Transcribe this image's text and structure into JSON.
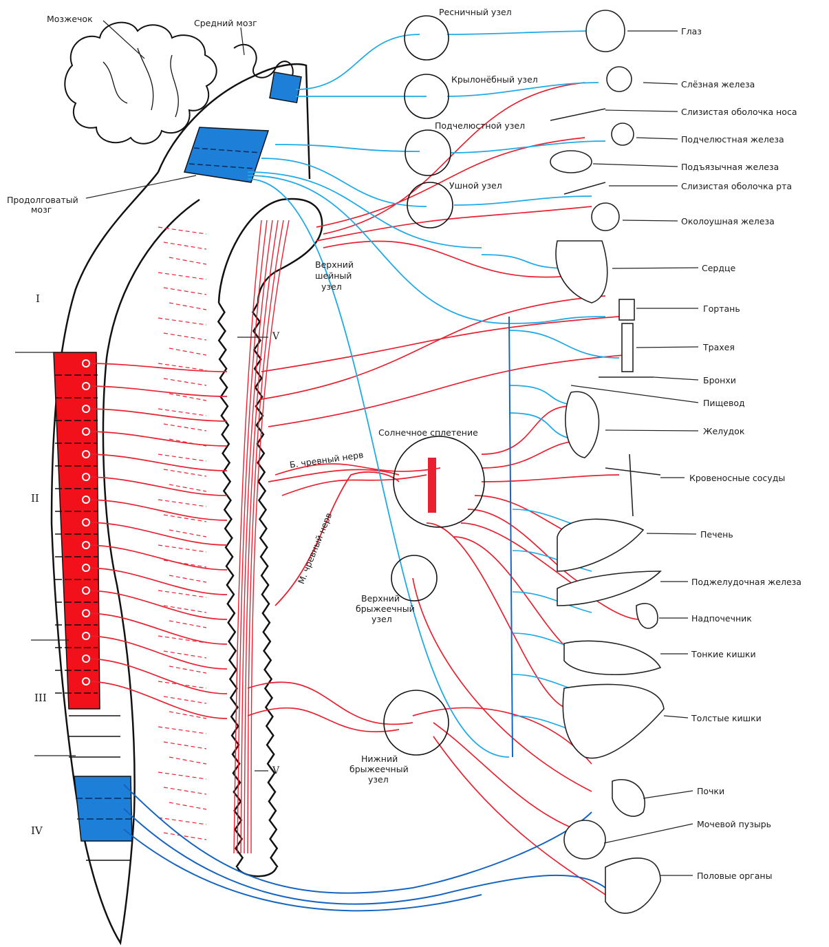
{
  "labels": {
    "cerebellum": "Мозжечок",
    "midbrain": "Средний мозг",
    "medulla_line1": "Продолговатый",
    "medulla_line2": "мозг",
    "ciliary": "Ресничный узел",
    "pterygopalatine": "Крылонёбный узел",
    "submandibular_ganglion": "Подчелюстной узел",
    "otic": "Ушной узел",
    "superior_cervical_line1": "Верхний",
    "superior_cervical_line2": "шейный",
    "superior_cervical_line3": "узел",
    "trunk_mark_upper": "V",
    "trunk_mark_lower": "V",
    "greater_splanchnic": "Б. чревный нерв",
    "lesser_splanchnic": "М. чревный нерв",
    "celiac_plexus": "Солнечное сплетение",
    "superior_mesenteric_line1": "Верхний",
    "superior_mesenteric_line2": "брыжеечный",
    "superior_mesenteric_line3": "узел",
    "inferior_mesenteric_line1": "Нижний",
    "inferior_mesenteric_line2": "брыжеечный",
    "inferior_mesenteric_line3": "узел"
  },
  "regions": [
    "I",
    "II",
    "III",
    "IV"
  ],
  "organs": [
    "Глаз",
    "Слёзная железа",
    "Слизистая оболочка носа",
    "Подчелюстная железа",
    "Подъязычная железа",
    "Слизистая оболочка рта",
    "Околоушная железа",
    "Сердце",
    "Гортань",
    "Трахея",
    "Бронхи",
    "Пищевод",
    "Желудок",
    "Кровеносные сосуды",
    "Печень",
    "Поджелудочная железа",
    "Надпочечник",
    "Тонкие кишки",
    "Толстые кишки",
    "Почки",
    "Мочевой пузырь",
    "Половые органы"
  ],
  "colors": {
    "parasympathetic": "#1eaae6",
    "parasympathetic_dark": "#1565c0",
    "sympathetic": "#e8202f",
    "outline": "#111111"
  }
}
